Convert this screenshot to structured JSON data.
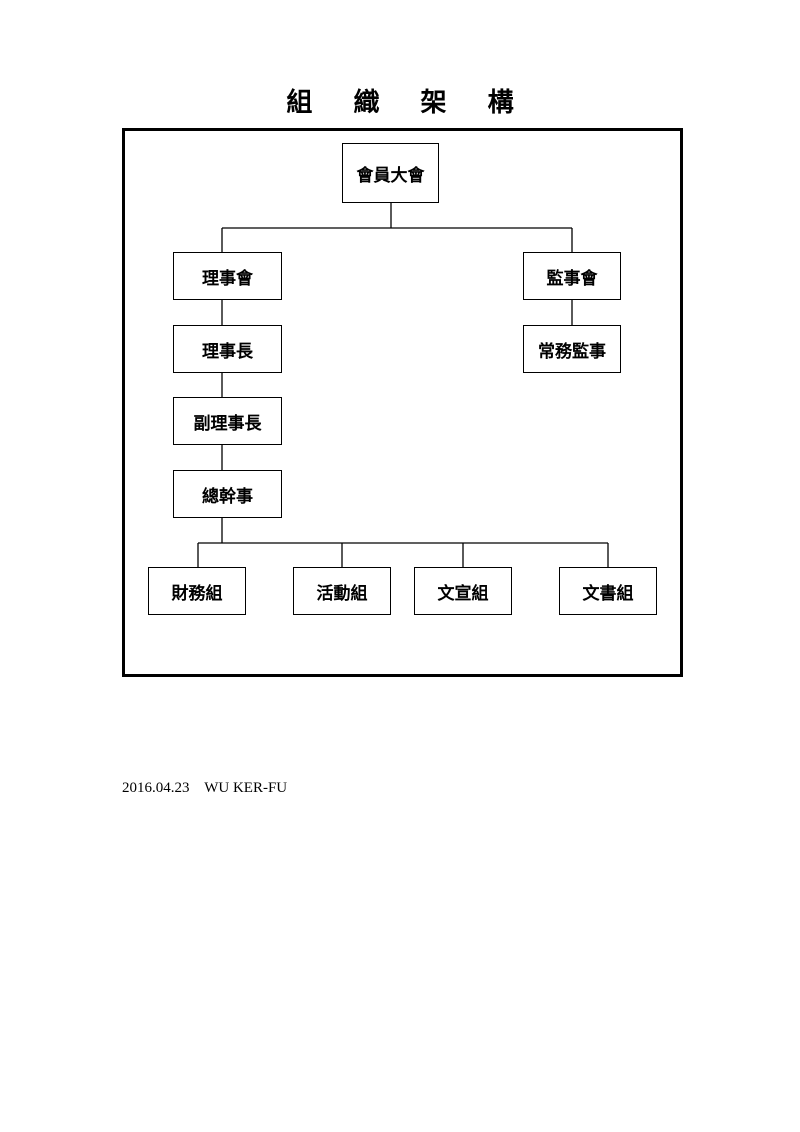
{
  "title": "組 織 架 構",
  "nodes": {
    "general_assembly": "會員大會",
    "board_of_directors": "理事會",
    "board_of_supervisors": "監事會",
    "chairman": "理事長",
    "standing_supervisor": "常務監事",
    "vice_chairman": "副理事長",
    "secretary_general": "總幹事",
    "finance_group": "財務組",
    "activities_group": "活動組",
    "publicity_group": "文宣組",
    "documents_group": "文書組"
  },
  "footer": {
    "date": "2016.04.23",
    "author": "WU KER-FU"
  }
}
